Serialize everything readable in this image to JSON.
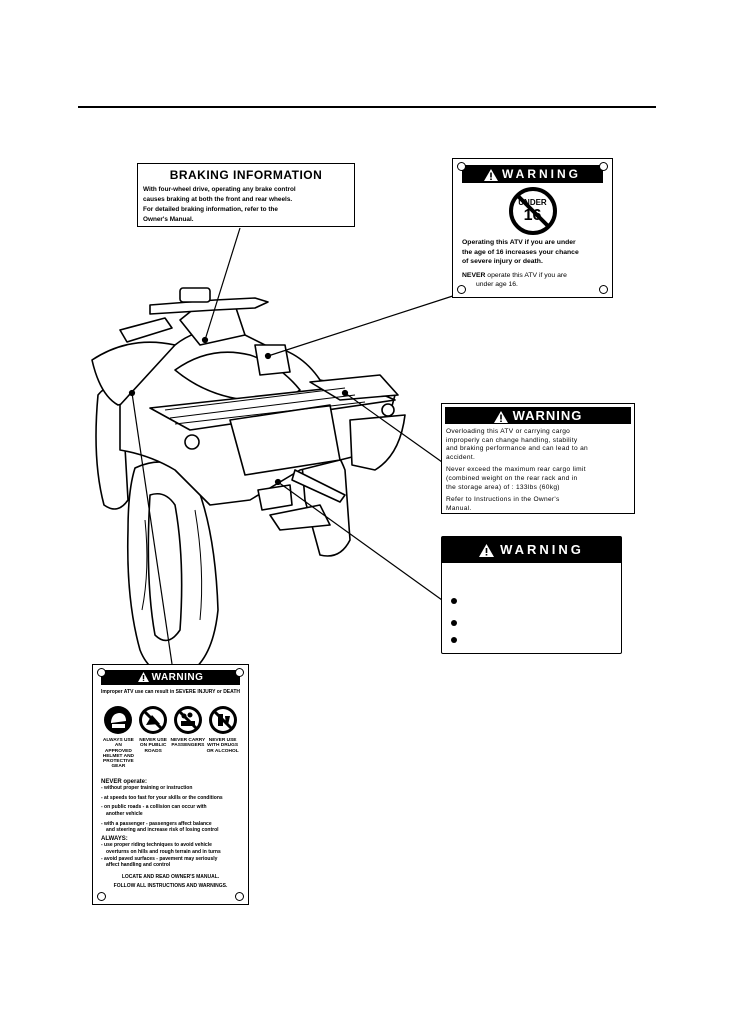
{
  "braking": {
    "title": "BRAKING INFORMATION",
    "line1": "With four-wheel drive, operating any brake control",
    "line2": "causes braking at both the front and rear wheels.",
    "line3": "For detailed braking information, refer to the",
    "line4": "Owner's Manual."
  },
  "age": {
    "title": "WARNING",
    "badge_top": "UNDER",
    "badge_num": "16",
    "line1": "Operating this ATV if you are under",
    "line2": "the age of 16 increases your chance",
    "line3": "of severe injury or death.",
    "never_word": "NEVER",
    "line4": " operate this ATV if you are",
    "line5": "under age 16."
  },
  "cargo": {
    "title": "WARNING",
    "p1a": "Overloading this ATV or carrying cargo",
    "p1b": "improperly can change handling, stability",
    "p1c": "and braking performance and can lead to an",
    "p1d": "accident.",
    "p2a": "Never exceed the maximum rear cargo limit",
    "p2b": "(combined weight on the rear rack and in",
    "p2c": "the storage area) of : 133lbs (60kg)",
    "p3a": "Refer to Instructions in the Owner's",
    "p3b": "Manual."
  },
  "hot": {
    "title": "WARNING"
  },
  "general": {
    "title": "WARNING",
    "intro": "Improper ATV use can result in SEVERE INJURY or DEATH",
    "icon1": "ALWAYS USE AN APPROVED HELMET AND PROTECTIVE GEAR",
    "icon2": "NEVER USE ON PUBLIC ROADS",
    "icon3": "NEVER CARRY PASSENGERS",
    "icon4": "NEVER USE WITH DRUGS OR ALCOHOL",
    "never_head": "NEVER operate:",
    "n1": "- without proper training or instruction",
    "n2": "- at speeds too fast for your skills or the conditions",
    "n3a": "- on public roads - a collision can occur with",
    "n3b": "another vehicle",
    "n4a": "- with a passenger - passengers affect balance",
    "n4b": "and steering and increase risk of losing control",
    "always_head": "ALWAYS:",
    "a1a": "- use proper riding techniques to avoid vehicle",
    "a1b": "overturns on hills and rough terrain and in turns",
    "a2a": "- avoid paved surfaces - pavement may seriously",
    "a2b": "affect handling and control",
    "foot1": "LOCATE AND READ OWNER'S MANUAL.",
    "foot2": "FOLLOW ALL INSTRUCTIONS AND WARNINGS."
  }
}
